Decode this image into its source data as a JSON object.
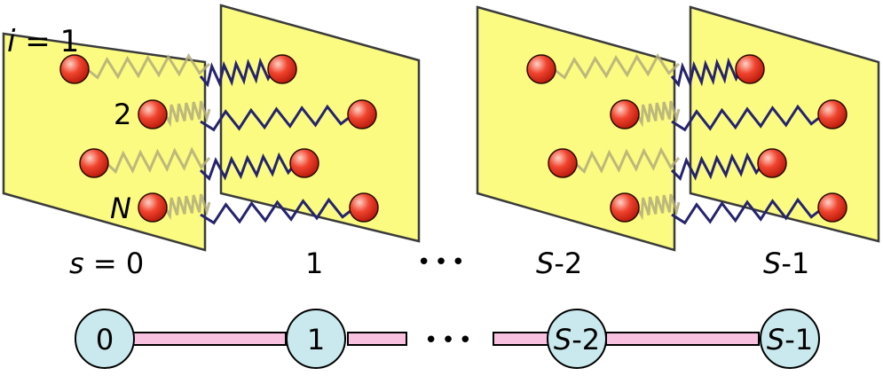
{
  "labels": {
    "i_var": "i",
    "equals": " = ",
    "i_first": "1",
    "row_two": "2",
    "row_last": "N",
    "s_var": "s",
    "slice_first": "0",
    "slice_second": "1",
    "slice_penult_var": "S",
    "slice_penult_num": "-2",
    "slice_last_var": "S",
    "slice_last_num": "-1",
    "ellipsis": "•••"
  },
  "ring_nodes": [
    {
      "var": "",
      "num": "0"
    },
    {
      "var": "",
      "num": "1"
    },
    {
      "var": "S",
      "num": "-2"
    },
    {
      "var": "S",
      "num": "-1"
    }
  ],
  "colors": {
    "plate_fill": "#fbfb82",
    "plate_stroke": "#3b3b3b",
    "spring_front": "#25236e",
    "spring_back": "#b2ab7a",
    "bead_light": "#ffd2c6",
    "bead_mid": "#f0442e",
    "bead_dark": "#b31508",
    "node_fill": "#c9e9ee",
    "bond_fill": "#f7c1df"
  }
}
